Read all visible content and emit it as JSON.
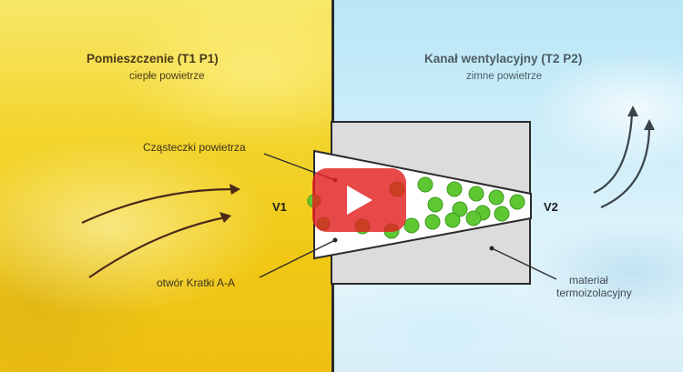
{
  "left_panel": {
    "title": "Pomieszczenie (T1 P1)",
    "subtitle": "ciepłe powietrze"
  },
  "right_panel": {
    "title": "Kanał wentylacyjny (T2 P2)",
    "subtitle": "zimne powietrze"
  },
  "labels": {
    "particles": "Cząsteczki powietrza",
    "opening": "otwór Kratki A-A",
    "material_line1": "materiał",
    "material_line2": "termoizolacyjny",
    "v1": "V1",
    "v2": "V2"
  },
  "colors": {
    "warm_bg": "#f4d020",
    "cold_bg": "#cdeef9",
    "particle": "#5ec832",
    "arrow_warm": "#4a2a18",
    "arrow_cold": "#3a4448",
    "insulation": "#d9d9d9",
    "play_button": "#e02020"
  },
  "icons": {
    "play": "youtube-play-icon"
  }
}
